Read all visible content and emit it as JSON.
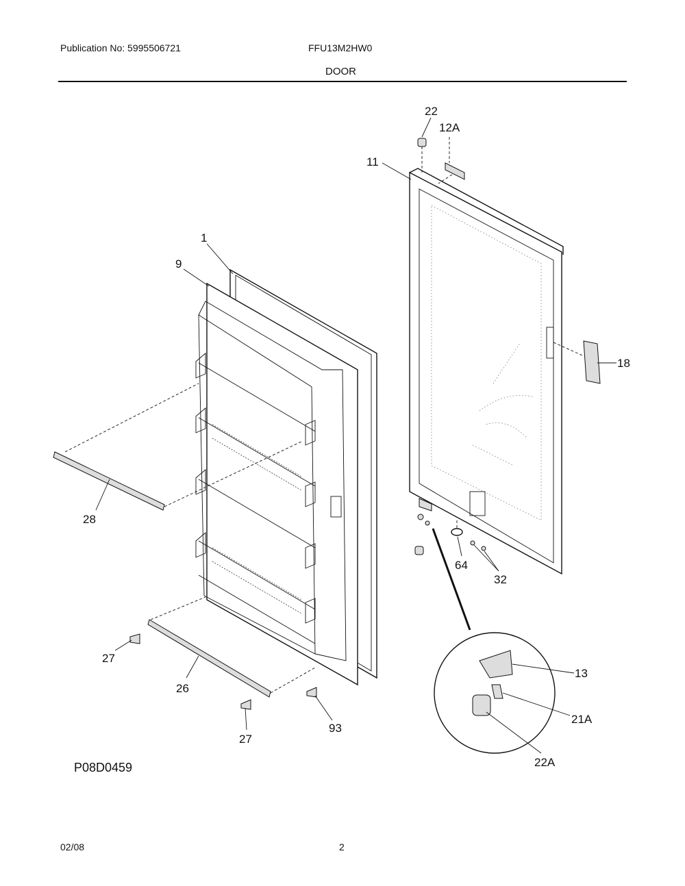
{
  "header": {
    "publication": "Publication No: 5995506721",
    "model": "FFU13M2HW0",
    "section_title": "DOOR"
  },
  "callouts": {
    "c22": "22",
    "c12A": "12A",
    "c11": "11",
    "c1": "1",
    "c9": "9",
    "c18": "18",
    "c28": "28",
    "c64": "64",
    "c32": "32",
    "c27a": "27",
    "c26": "26",
    "c27b": "27",
    "c93": "93",
    "c13": "13",
    "c21A": "21A",
    "c22A": "22A"
  },
  "diagram_id": "P08D0459",
  "footer": {
    "date": "02/08",
    "page": "2"
  }
}
